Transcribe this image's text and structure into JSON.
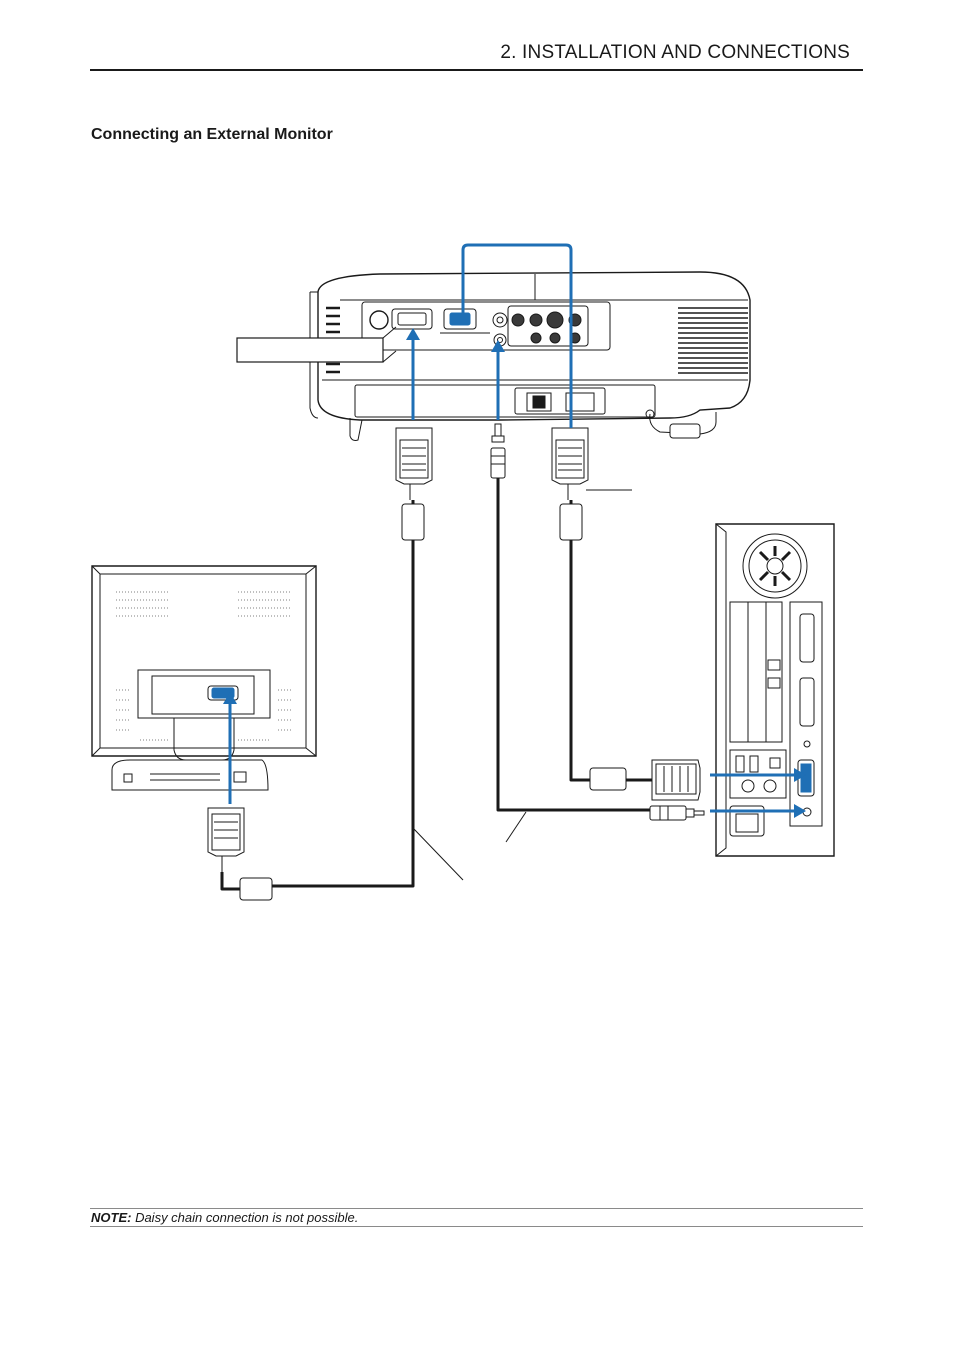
{
  "header": {
    "title": "2. INSTALLATION AND CONNECTIONS"
  },
  "section": {
    "heading": "Connecting an External Monitor"
  },
  "note": {
    "label": "NOTE:",
    "text": " Daisy chain connection is not possible."
  },
  "colors": {
    "connector_highlight": "#1f6fb5",
    "line_art": "#1a1a1a"
  }
}
